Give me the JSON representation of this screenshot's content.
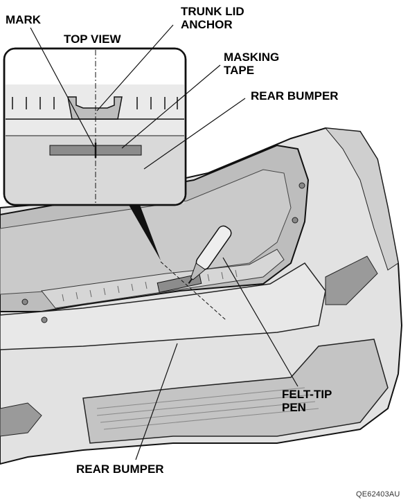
{
  "labels": {
    "mark": "MARK",
    "top_view": "TOP VIEW",
    "trunk_lid_anchor_line1": "TRUNK LID",
    "trunk_lid_anchor_line2": "ANCHOR",
    "masking_tape_line1": "MASKING",
    "masking_tape_line2": "TAPE",
    "rear_bumper_inset": "REAR BUMPER",
    "felt_tip_pen_line1": "FELT-TIP",
    "felt_tip_pen_line2": "PEN",
    "rear_bumper_bottom": "REAR BUMPER"
  },
  "figure_code": "QE62403AU",
  "colors": {
    "body_light": "#e4e4e4",
    "body_mid": "#cfcfcf",
    "body_dark": "#a9a9a9",
    "tape": "#8c8c8c",
    "outline": "#111111",
    "background": "#ffffff"
  }
}
